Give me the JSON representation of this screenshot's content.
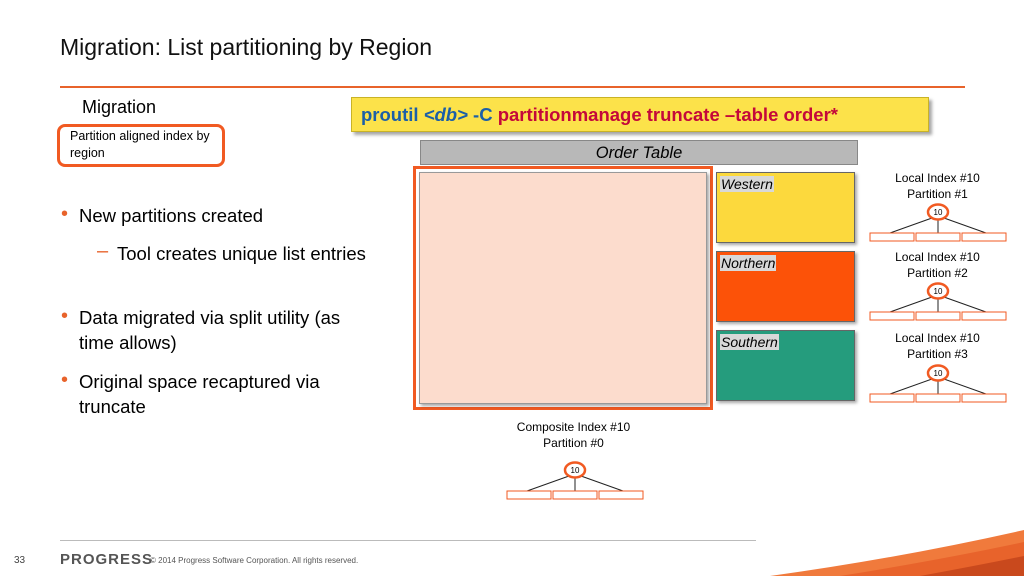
{
  "slide": {
    "title": "Migration: List partitioning by Region",
    "page_number": "33"
  },
  "left": {
    "migration_label": "Migration",
    "callout": "Partition aligned index by region",
    "bullets": [
      "New partitions created",
      "Tool creates unique list entries",
      "Data migrated via split utility (as time allows)",
      "Original space recaptured via truncate"
    ]
  },
  "command": {
    "part1": "proutil ",
    "part2": "<db>",
    "part3": " -C ",
    "part4": "partitionmanage truncate –table order*"
  },
  "order_table": {
    "header": "Order Table",
    "partitions": [
      "Western",
      "Northern",
      "Southern"
    ]
  },
  "indexes": [
    {
      "line1": "Local Index #10",
      "line2": "Partition #1",
      "node": "10"
    },
    {
      "line1": "Local Index #10",
      "line2": "Partition #2",
      "node": "10"
    },
    {
      "line1": "Local Index #10",
      "line2": "Partition #3",
      "node": "10"
    },
    {
      "line1": "Composite Index #10",
      "line2": "Partition #0",
      "node": "10"
    }
  ],
  "footer": {
    "logo": "PROGRESS",
    "copyright": "© 2014 Progress Software Corporation. All rights reserved."
  },
  "colors": {
    "accent": "#e8632b",
    "western": "#fcd93d",
    "northern": "#fc5208",
    "southern": "#259c7d",
    "original_space": "#fcdccd",
    "command_bg": "#fce24a"
  }
}
